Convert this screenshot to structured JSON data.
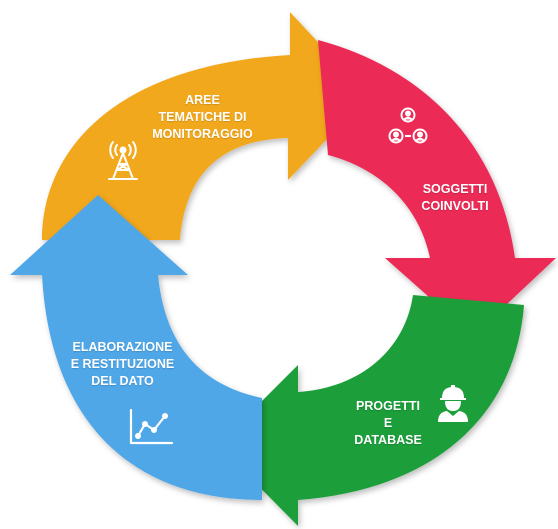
{
  "segments": [
    {
      "id": "aree",
      "lines": [
        "AREE",
        "TEMATICHE DI",
        "MONITORAGGIO"
      ],
      "color": "#F2A81D",
      "icon": "antenna-tower-icon"
    },
    {
      "id": "soggetti",
      "lines": [
        "SOGGETTI",
        "COINVOLTI"
      ],
      "color": "#EC2957",
      "icon": "network-users-icon"
    },
    {
      "id": "progetti",
      "lines": [
        "PROGETTI",
        "E",
        "DATABASE"
      ],
      "color": "#1E9E3A",
      "icon": "engineer-icon"
    },
    {
      "id": "elaborazione",
      "lines": [
        "ELABORAZIONE",
        "E  RESTITUZIONE",
        "DEL DATO"
      ],
      "color": "#4FA7E8",
      "icon": "line-chart-icon"
    }
  ]
}
